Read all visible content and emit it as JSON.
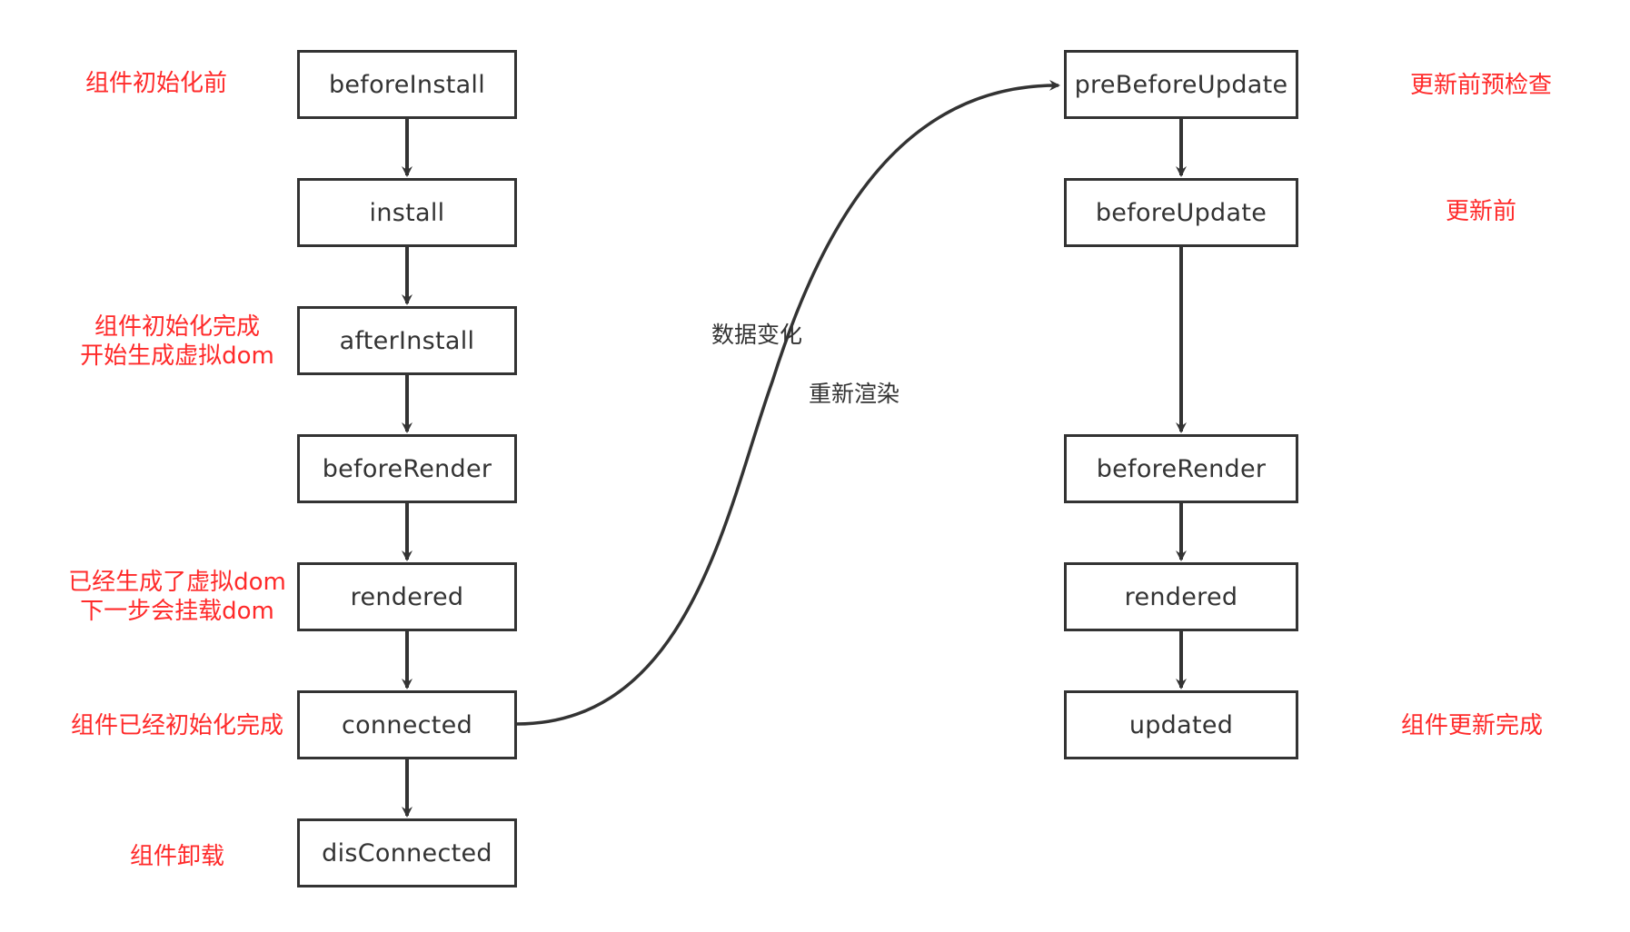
{
  "colors": {
    "box_stroke": "#333333",
    "box_fill": "#ffffff",
    "arrow": "#333333",
    "note_text": "#ff2a2a",
    "label_text": "#333333"
  },
  "left_flow": {
    "nodes": [
      {
        "id": "beforeInstall",
        "label": "beforeInstall"
      },
      {
        "id": "install",
        "label": "install"
      },
      {
        "id": "afterInstall",
        "label": "afterInstall"
      },
      {
        "id": "beforeRender",
        "label": "beforeRender"
      },
      {
        "id": "rendered",
        "label": "rendered"
      },
      {
        "id": "connected",
        "label": "connected"
      },
      {
        "id": "disConnected",
        "label": "disConnected"
      }
    ],
    "notes": [
      {
        "lines": [
          "组件初始化前"
        ]
      },
      {
        "lines": [
          "组件初始化完成",
          "开始生成虚拟dom"
        ]
      },
      {
        "lines": [
          "已经生成了虚拟dom",
          "下一步会挂载dom"
        ]
      },
      {
        "lines": [
          "组件已经初始化完成"
        ]
      },
      {
        "lines": [
          "组件卸载"
        ]
      }
    ]
  },
  "right_flow": {
    "nodes": [
      {
        "id": "preBeforeUpdate",
        "label": "preBeforeUpdate"
      },
      {
        "id": "beforeUpdate",
        "label": "beforeUpdate"
      },
      {
        "id": "beforeRender2",
        "label": "beforeRender"
      },
      {
        "id": "rendered2",
        "label": "rendered"
      },
      {
        "id": "updated",
        "label": "updated"
      }
    ],
    "notes": [
      {
        "lines": [
          "更新前预检查"
        ]
      },
      {
        "lines": [
          "更新前"
        ]
      },
      {
        "lines": [
          "组件更新完成"
        ]
      }
    ]
  },
  "transition": {
    "from": "connected",
    "to": "preBeforeUpdate",
    "label_top": "数据变化",
    "label_bottom": "重新渲染"
  }
}
